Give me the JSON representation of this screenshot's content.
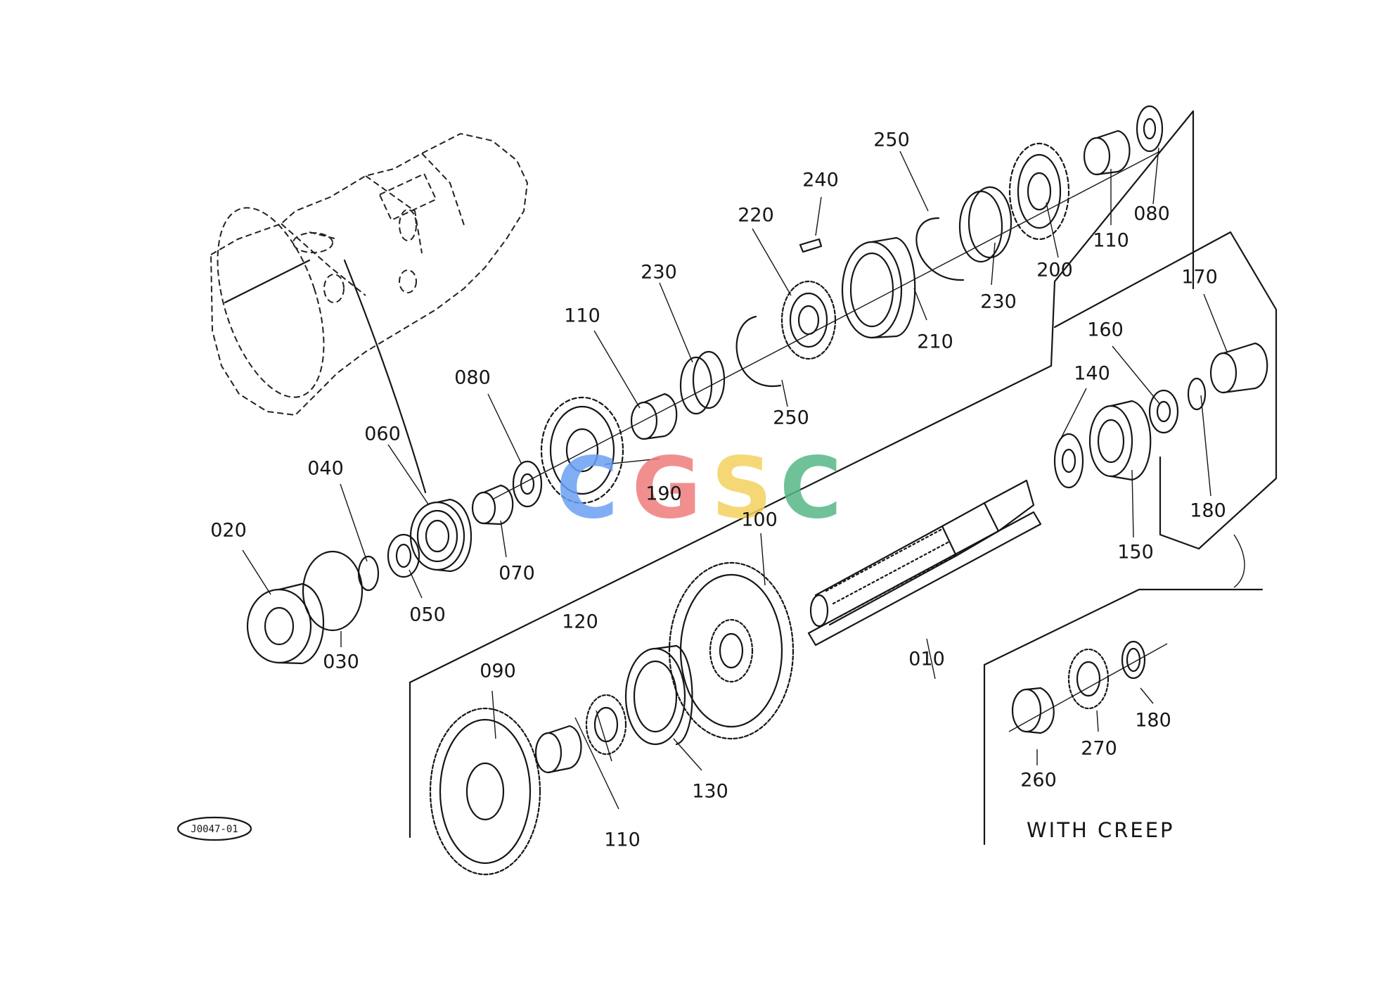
{
  "diagram": {
    "drawing_code": "J0047-01",
    "variant_note": "WITH CREEP",
    "watermark": {
      "letters": [
        "C",
        "G",
        "S",
        "C"
      ],
      "colors": [
        "#6aa0f3",
        "#ef7c7c",
        "#f4d25e",
        "#56b886"
      ]
    },
    "callouts": [
      {
        "id": "c010",
        "text": "010"
      },
      {
        "id": "c020",
        "text": "020"
      },
      {
        "id": "c030",
        "text": "030"
      },
      {
        "id": "c040",
        "text": "040"
      },
      {
        "id": "c050",
        "text": "050"
      },
      {
        "id": "c060",
        "text": "060"
      },
      {
        "id": "c070",
        "text": "070"
      },
      {
        "id": "c080a",
        "text": "080"
      },
      {
        "id": "c080b",
        "text": "080"
      },
      {
        "id": "c090",
        "text": "090"
      },
      {
        "id": "c100",
        "text": "100"
      },
      {
        "id": "c110a",
        "text": "110"
      },
      {
        "id": "c110b",
        "text": "110"
      },
      {
        "id": "c110c",
        "text": "110"
      },
      {
        "id": "c120",
        "text": "120"
      },
      {
        "id": "c130",
        "text": "130"
      },
      {
        "id": "c140",
        "text": "140"
      },
      {
        "id": "c150",
        "text": "150"
      },
      {
        "id": "c160",
        "text": "160"
      },
      {
        "id": "c170",
        "text": "170"
      },
      {
        "id": "c180a",
        "text": "180"
      },
      {
        "id": "c180b",
        "text": "180"
      },
      {
        "id": "c190",
        "text": "190"
      },
      {
        "id": "c200",
        "text": "200"
      },
      {
        "id": "c210",
        "text": "210"
      },
      {
        "id": "c220",
        "text": "220"
      },
      {
        "id": "c230a",
        "text": "230"
      },
      {
        "id": "c230b",
        "text": "230"
      },
      {
        "id": "c240",
        "text": "240"
      },
      {
        "id": "c250a",
        "text": "250"
      },
      {
        "id": "c250b",
        "text": "250"
      },
      {
        "id": "c260",
        "text": "260"
      },
      {
        "id": "c270",
        "text": "270"
      }
    ]
  }
}
